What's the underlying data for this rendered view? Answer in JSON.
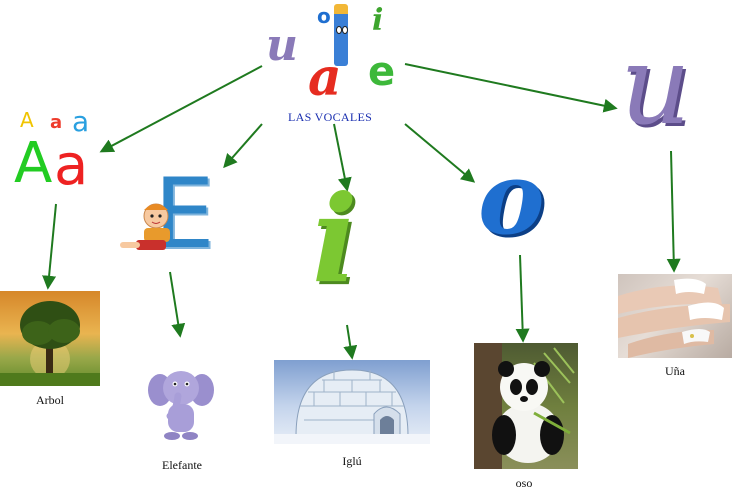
{
  "title": "LAS VOCALES",
  "center_letters": {
    "u": "u",
    "a": "a",
    "e": "e",
    "o": "o",
    "i": "i"
  },
  "vowels": [
    {
      "key": "a",
      "glyph_big": "Aa",
      "glyph_small_1": "A",
      "glyph_small_2": "a",
      "glyph_small_3": "a",
      "caption": "Arbol",
      "colors": [
        "#22cc22",
        "#ee2222",
        "#1a5fd6"
      ]
    },
    {
      "key": "e",
      "glyph": "E",
      "caption": "Elefante",
      "color": "#2f86c8"
    },
    {
      "key": "i",
      "glyph": "i",
      "caption": "Iglú",
      "color": "#7cc832"
    },
    {
      "key": "o",
      "glyph": "o",
      "caption": "oso",
      "color": "#1f6fd0"
    },
    {
      "key": "u",
      "glyph": "u",
      "caption": "Uña",
      "color": "#8a7ab8"
    }
  ],
  "arrow_color": "#1f7a1f",
  "icons": [
    "tree-image",
    "elephant-image",
    "igloo-image",
    "panda-image",
    "nails-image",
    "child-figure"
  ]
}
